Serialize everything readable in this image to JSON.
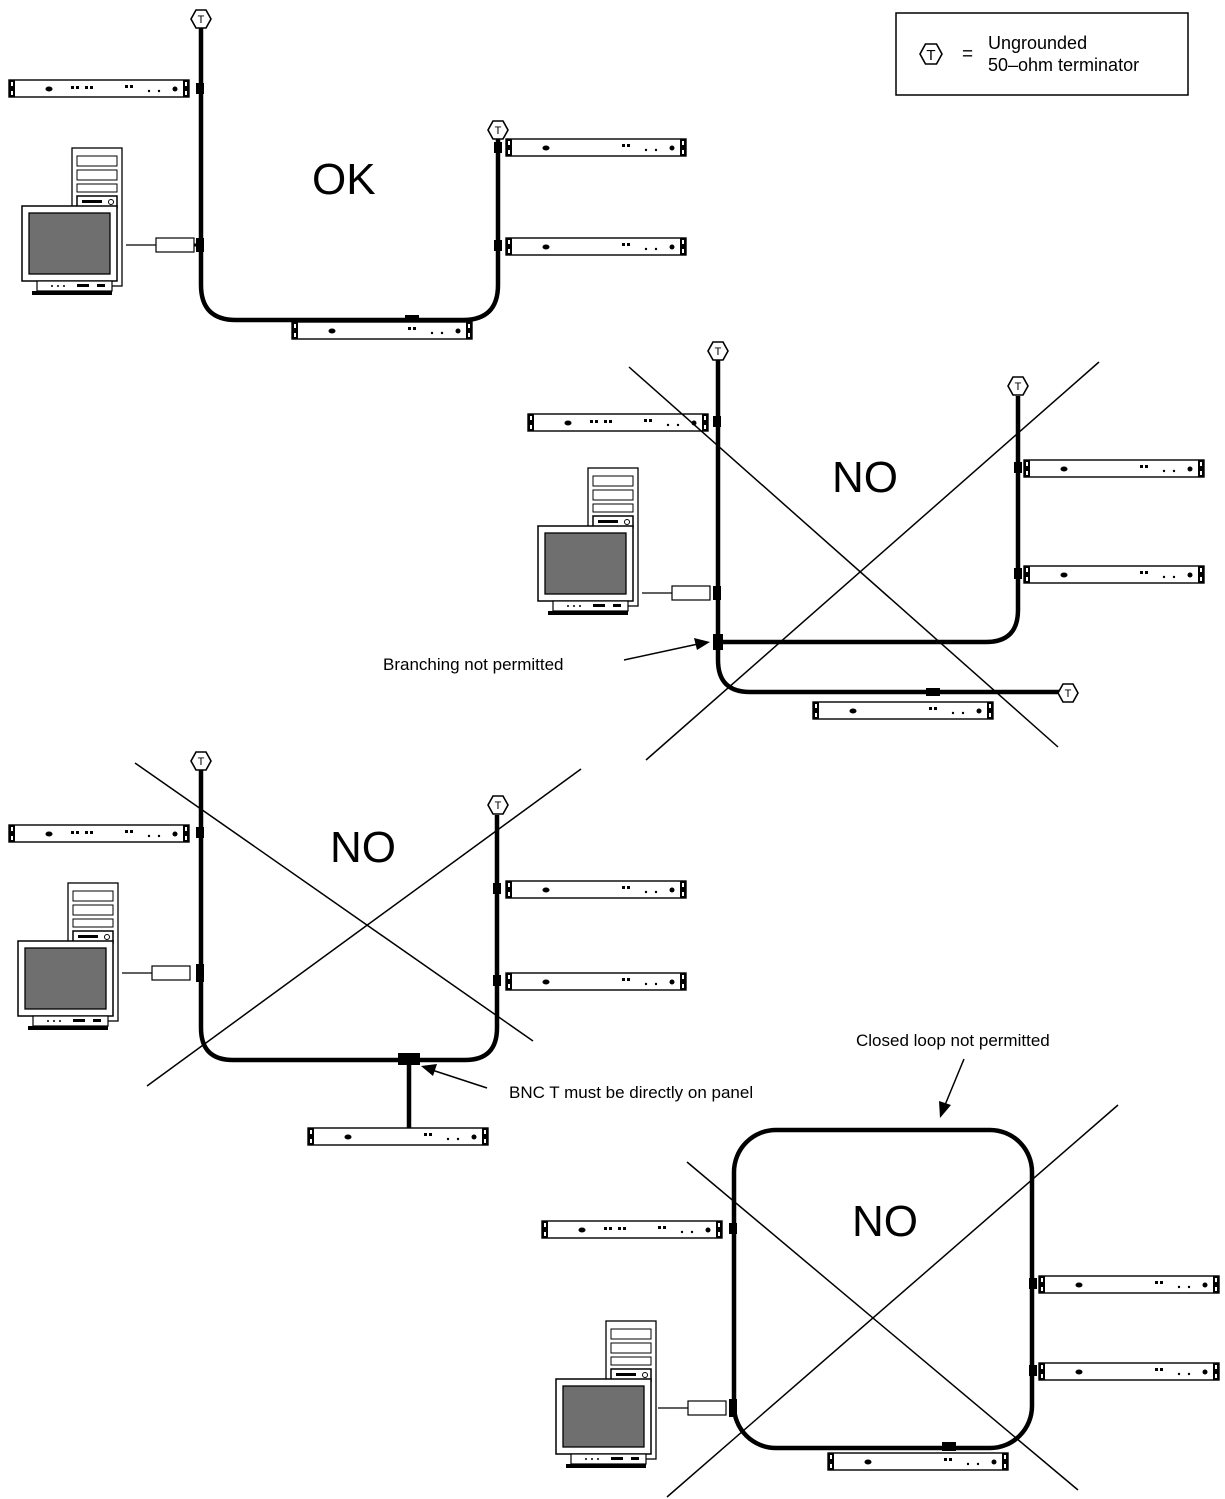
{
  "legend": {
    "symbol": "T",
    "equals": "=",
    "line1": "Ungrounded",
    "line2": "50–ohm terminator"
  },
  "terminator_letter": "T",
  "scenarios": [
    {
      "verdict": "OK"
    },
    {
      "verdict": "NO",
      "callout": "Branching not permitted"
    },
    {
      "verdict": "NO",
      "callout": "BNC T must be directly on panel"
    },
    {
      "verdict": "NO",
      "callout": "Closed loop not permitted"
    }
  ],
  "colors": {
    "screen": "#6f6f6f",
    "line": "#000000",
    "background": "#ffffff"
  },
  "icons": [
    "terminator-icon",
    "rack-panel-icon",
    "computer-icon",
    "bnc-t-connector-icon"
  ]
}
